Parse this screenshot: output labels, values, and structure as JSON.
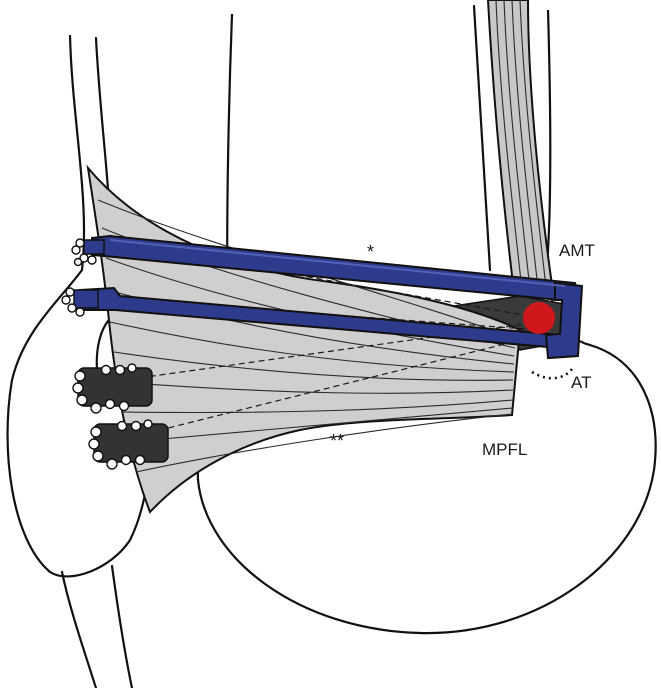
{
  "labels": {
    "amt": "AMT",
    "at": "AT",
    "mpfl": "MPFL",
    "single_star": "*",
    "double_star": "**"
  },
  "colors": {
    "graft_blue": "#2e3a8c",
    "graft_blue_light": "#5260b8",
    "ligament_gray": "#cfcfcf",
    "anchor_dark": "#333333",
    "tubercle_red": "#d0181c",
    "tendon_gray": "#c8c8c8"
  }
}
